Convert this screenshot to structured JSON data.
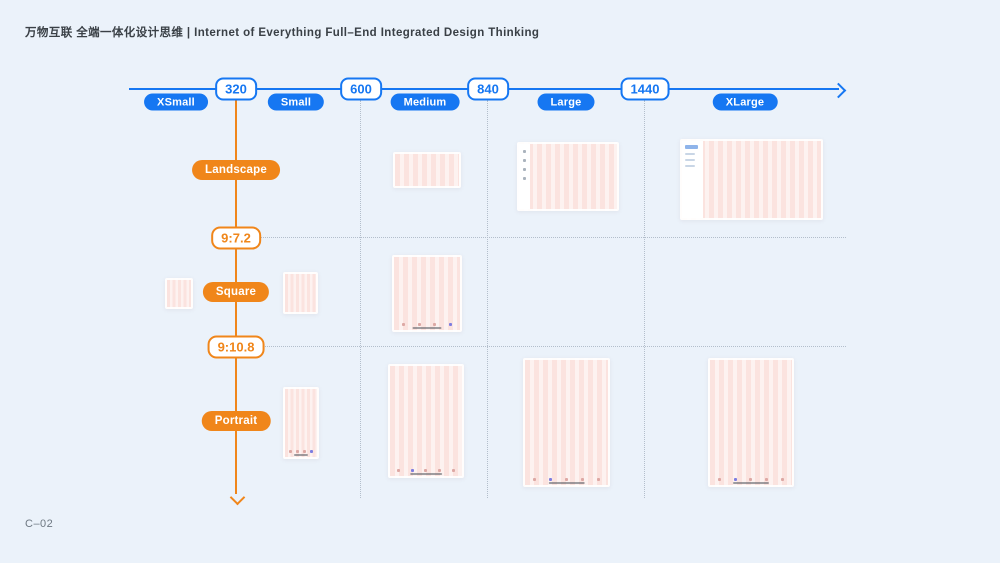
{
  "page": {
    "title": "万物互联 全端一体化设计思维 | Internet of Everything Full–End Integrated Design Thinking",
    "footer": "C–02"
  },
  "colors": {
    "accent_blue": "#1677F2",
    "accent_orange": "#F0861A",
    "background": "#EBF2FA",
    "grid_dotted": "#B3BECB",
    "mockup_fill": "#FDF2F0",
    "mockup_stripe": "#FBE3DF"
  },
  "icons": {
    "x_axis_arrow": "arrow-right",
    "y_axis_arrow": "arrow-down"
  },
  "axis_x": {
    "breakpoints": [
      {
        "label": "320"
      },
      {
        "label": "600"
      },
      {
        "label": "840"
      },
      {
        "label": "1440"
      }
    ],
    "sizes": [
      {
        "label": "XSmall"
      },
      {
        "label": "Small"
      },
      {
        "label": "Medium"
      },
      {
        "label": "Large"
      },
      {
        "label": "XLarge"
      }
    ]
  },
  "axis_y": {
    "labels": [
      {
        "label": "Landscape",
        "style": "filled"
      },
      {
        "label": "9:7.2",
        "style": "outline"
      },
      {
        "label": "Square",
        "style": "filled"
      },
      {
        "label": "9:10.8",
        "style": "outline"
      },
      {
        "label": "Portrait",
        "style": "filled"
      }
    ]
  },
  "mockups": [
    {
      "row": "Landscape",
      "column": "Medium",
      "features": []
    },
    {
      "row": "Landscape",
      "column": "Large",
      "features": [
        "left-sidebar-icons"
      ]
    },
    {
      "row": "Landscape",
      "column": "XLarge",
      "features": [
        "left-sidebar-menu"
      ]
    },
    {
      "row": "Square",
      "column": "XSmall",
      "features": []
    },
    {
      "row": "Square",
      "column": "Small",
      "features": []
    },
    {
      "row": "Square",
      "column": "Medium",
      "features": [
        "tab-bar",
        "home-indicator"
      ]
    },
    {
      "row": "Portrait",
      "column": "Small",
      "features": [
        "tab-bar",
        "home-indicator"
      ]
    },
    {
      "row": "Portrait",
      "column": "Medium",
      "features": [
        "tab-bar",
        "home-indicator"
      ]
    },
    {
      "row": "Portrait",
      "column": "Large",
      "features": [
        "tab-bar",
        "home-indicator"
      ]
    },
    {
      "row": "Portrait",
      "column": "XLarge",
      "features": [
        "tab-bar",
        "home-indicator"
      ]
    }
  ]
}
